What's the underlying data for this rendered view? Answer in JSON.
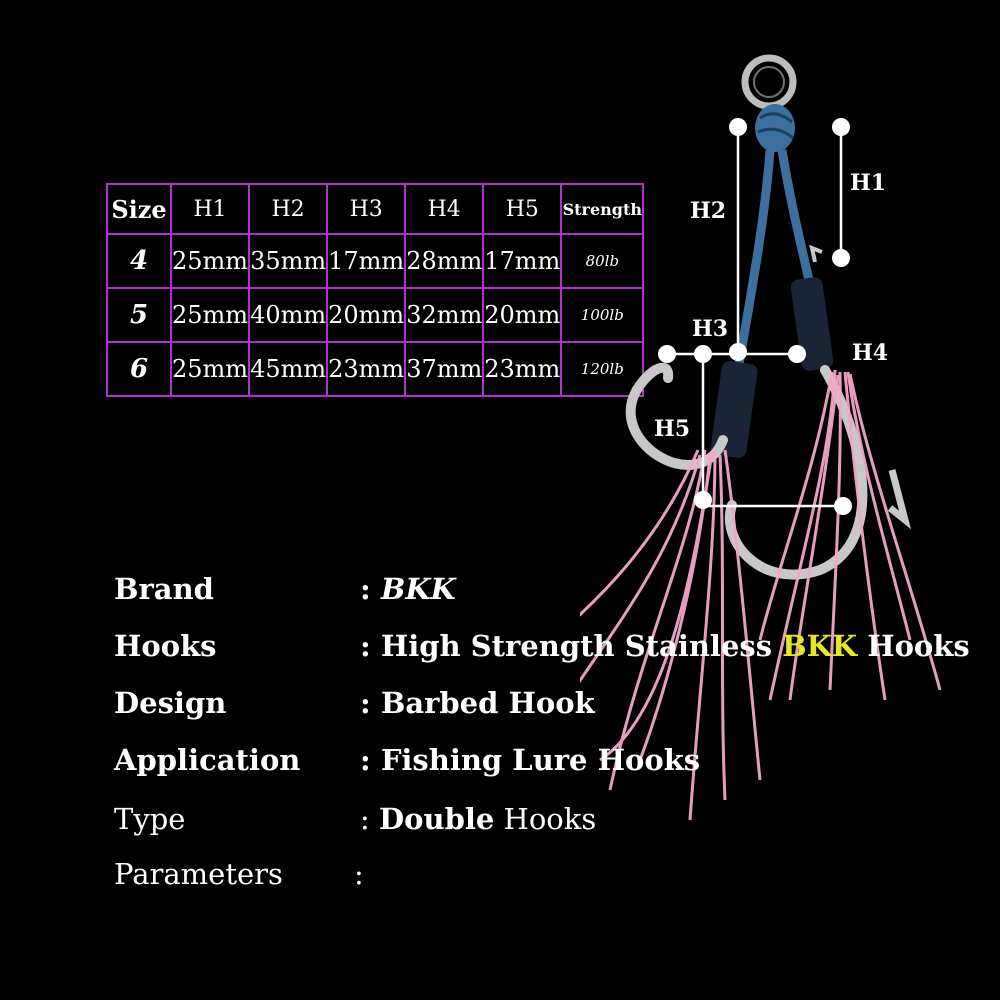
{
  "table": {
    "headers": [
      "Size",
      "H1",
      "H2",
      "H3",
      "H4",
      "H5",
      "Strength"
    ],
    "rows": [
      {
        "size": "4",
        "h1": "25mm",
        "h2": "35mm",
        "h3": "17mm",
        "h4": "28mm",
        "h5": "17mm",
        "strength": "80lb"
      },
      {
        "size": "5",
        "h1": "25mm",
        "h2": "40mm",
        "h3": "20mm",
        "h4": "32mm",
        "h5": "20mm",
        "strength": "100lb"
      },
      {
        "size": "6",
        "h1": "25mm",
        "h2": "45mm",
        "h3": "23mm",
        "h4": "37mm",
        "h5": "23mm",
        "strength": "120lb"
      }
    ],
    "border_color": "#b22fd0"
  },
  "specs": {
    "brand": {
      "label": "Brand",
      "value": "BKK"
    },
    "hooks": {
      "label": "Hooks",
      "prefix": "High Strength Stainless",
      "accent": "BKK",
      "suffix": "Hooks"
    },
    "design": {
      "label": "Design",
      "value": "Barbed Hook"
    },
    "application": {
      "label": "Application",
      "value": "Fishing Lure Hooks"
    },
    "type": {
      "label": "Type",
      "value_bold": "Double",
      "value_rest": "Hooks"
    },
    "parameters": {
      "label": "Parameters"
    }
  },
  "dimension_labels": {
    "h1": "H1",
    "h2": "H2",
    "h3": "H3",
    "h4": "H4",
    "h5": "H5"
  },
  "colors": {
    "background": "#000000",
    "table_border": "#b22fd0",
    "accent": "#e7e62a",
    "cord": "#3d6f9e",
    "tassel": "#f4a6c9",
    "hook_metal": "#c8c8c8"
  }
}
